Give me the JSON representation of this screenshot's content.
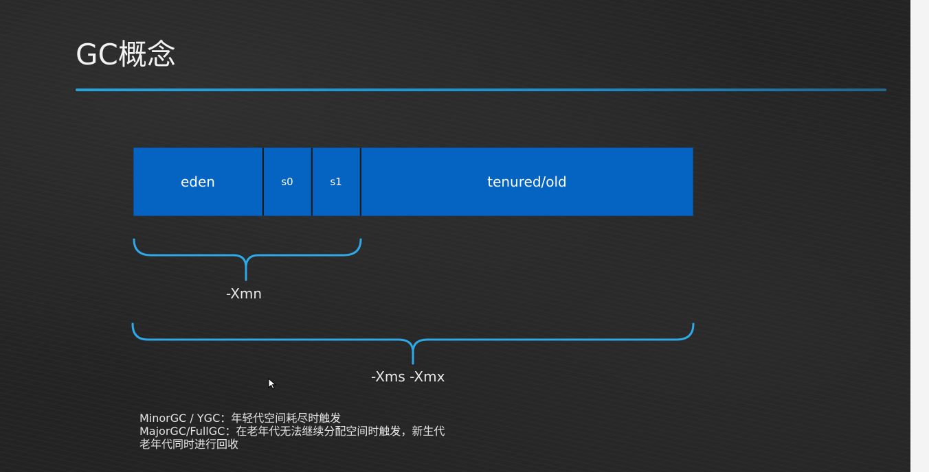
{
  "slide": {
    "title": "GC概念",
    "accent_color": "#1f8fce",
    "region_color": "#0563c1"
  },
  "heap": {
    "regions": [
      {
        "label": "eden"
      },
      {
        "label": "s0"
      },
      {
        "label": "s1"
      },
      {
        "label": "tenured/old"
      }
    ]
  },
  "braces": {
    "young_label": "-Xmn",
    "total_label": "-Xms -Xmx"
  },
  "notes": {
    "line1": "MinorGC / YGC：年轻代空间耗尽时触发",
    "line2": "MajorGC/FullGC：在老年代无法继续分配空间时触发，新生代",
    "line3": "老年代同时进行回收"
  },
  "cursor": {
    "icon": "arrow-cursor-icon"
  }
}
